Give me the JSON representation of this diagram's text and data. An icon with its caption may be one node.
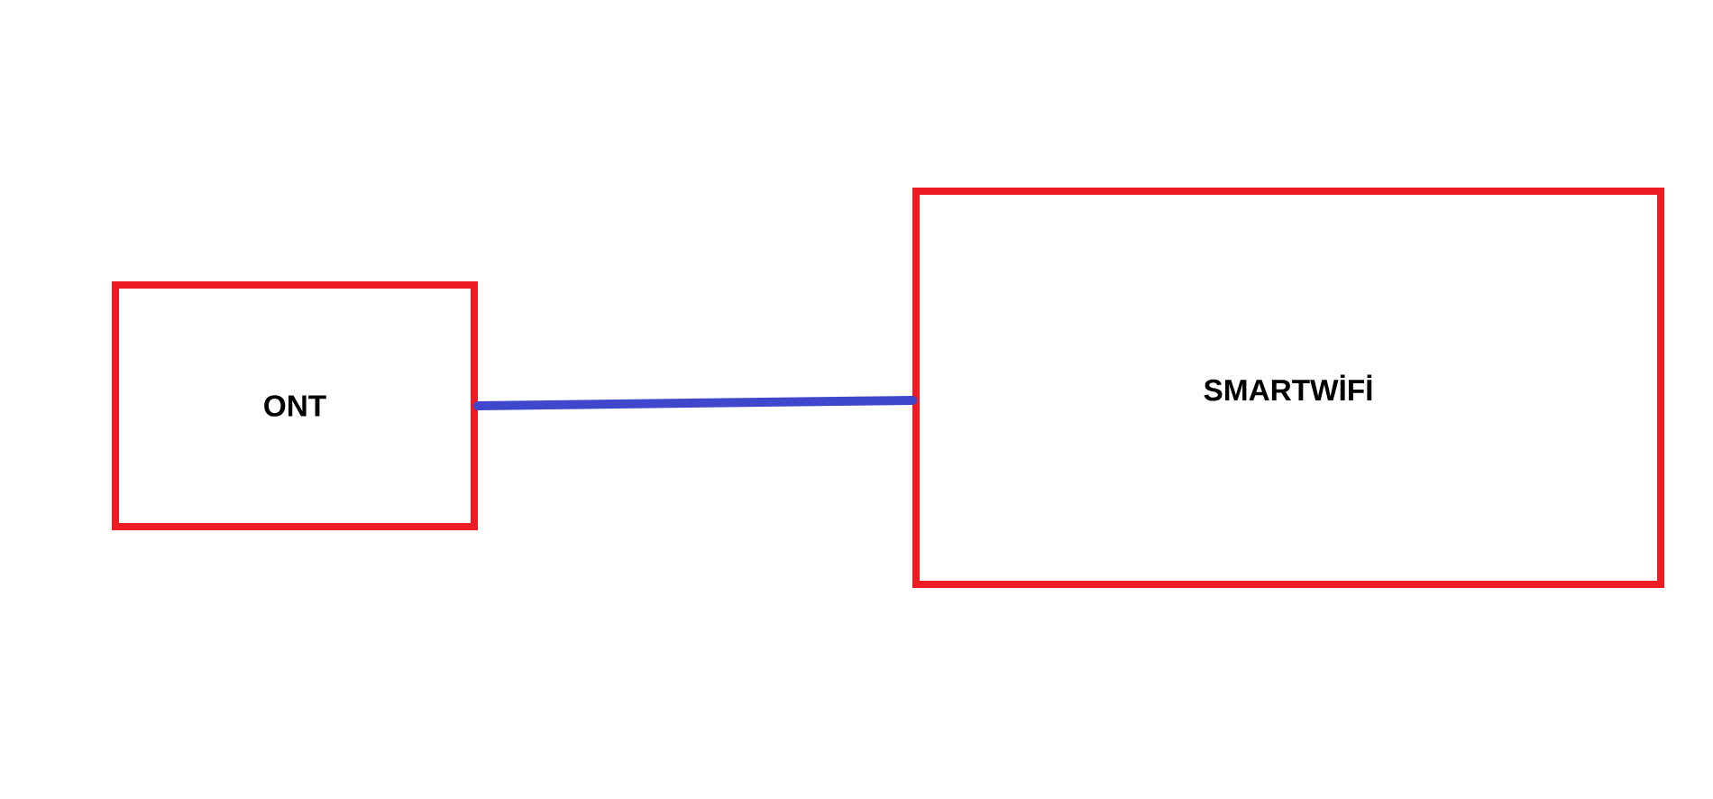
{
  "diagram": {
    "nodes": [
      {
        "text": [
          "ONT"
        ]
      },
      {
        "text": [
          "SMARTWİFİ"
        ]
      }
    ],
    "edges": [
      {
        "from": 0,
        "to": 1,
        "arrow": "none",
        "color": "#3f48cc"
      }
    ]
  }
}
